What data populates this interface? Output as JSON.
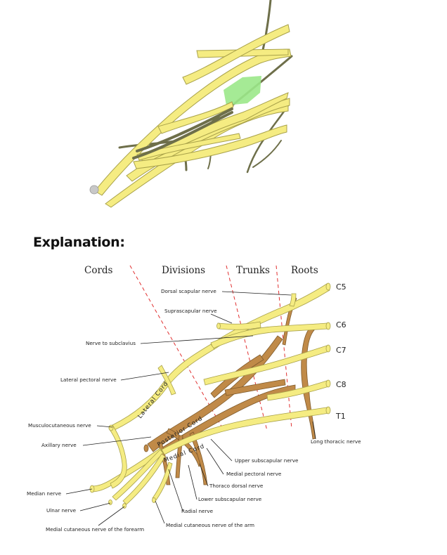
{
  "heading": "Explanation:",
  "sections": [
    "Cords",
    "Divisions",
    "Trunks",
    "Roots"
  ],
  "roots": [
    "C5",
    "C6",
    "C7",
    "C8",
    "T1"
  ],
  "cords": [
    "Lateral Cord",
    "Posterior Cord",
    "Medial Cord"
  ],
  "nerves": {
    "dorsal_scapular": "Dorsal scapular nerve",
    "suprascapular": "Suprascapular nerve",
    "subclavius": "Nerve to subclavius",
    "lateral_pectoral": "Lateral pectoral nerve",
    "musculocutaneous": "Musculocutaneous nerve",
    "axillary": "Axillary nerve",
    "median": "Median nerve",
    "ulnar": "Ulnar nerve",
    "medial_cut_forearm": "Medial cutaneous nerve of the forearm",
    "long_thoracic": "Long thoracic nerve",
    "upper_subscapular": "Upper subscapular nerve",
    "medial_pectoral": "Medial pectoral nerve",
    "thoracodorsal": "Thoraco dorsal nerve",
    "lower_subscapular": "Lower subscapular nerve",
    "radial": "Radial nerve",
    "medial_cut_arm": "Medial cutaneous nerve of the arm"
  },
  "colors": {
    "nerve_fill": "#f5ec82",
    "nerve_outline": "#a9a24a",
    "posterior_fill": "#c08a48",
    "posterior_outline": "#7e5a2c",
    "highlight": "#9be88a",
    "divider": "#e03030"
  }
}
